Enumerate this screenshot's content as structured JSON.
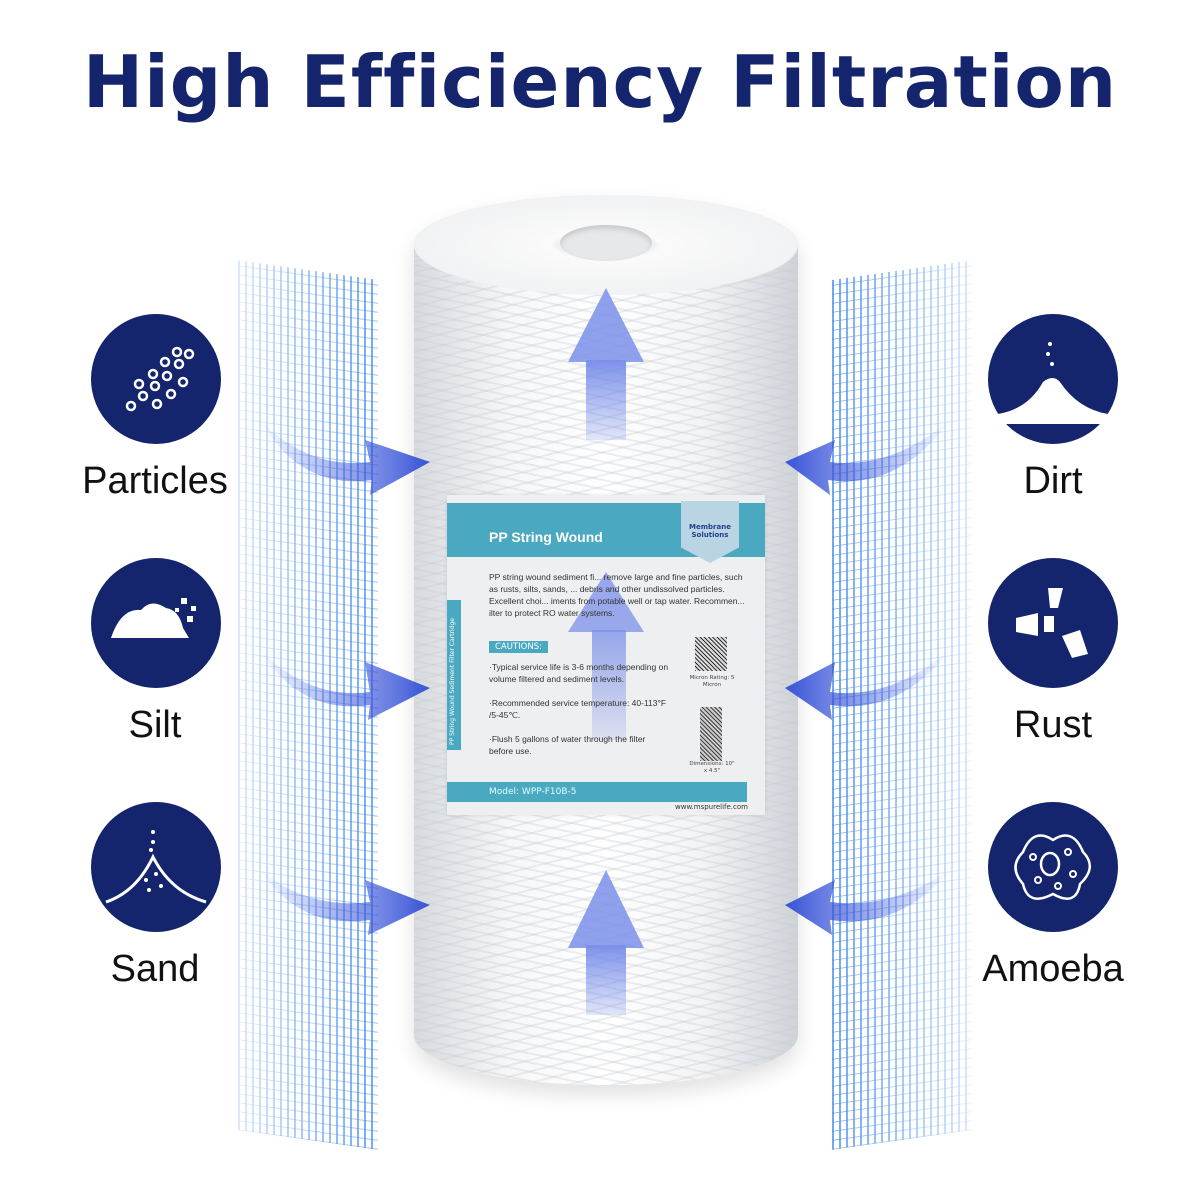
{
  "title": "High Efficiency Filtration",
  "label": {
    "heading": "PP String Wound",
    "logo_text": "Membrane Solutions",
    "description": "PP string wound sediment fi... remove large and fine particles, such as rusts, silts, sands, ... debris and other undissolved particles. Excellent choi... iments from potable well or tap water. Recommen... ilter to protect RO water systems.",
    "cautions_title": "CAUTIONS:",
    "cautions": [
      "·Typical service life is 3-6 months depending on volume filtered and sediment levels.",
      "·Recommended service temperature: 40-113°F /5-45℃.",
      "·Flush 5 gallons of water through the filter before use."
    ],
    "side_text": "PP String Wound Sediment Filter Cartridge",
    "micron_rating": "Micron Rating: 5 Micron",
    "dimensions": "Dimensions: 10\" x 4.5\"",
    "model": "Model:  WPP-F10B-5",
    "website": "www.mspurelife.com"
  },
  "contaminants_left": [
    {
      "name": "Particles",
      "icon": "particles-icon"
    },
    {
      "name": "Silt",
      "icon": "silt-icon"
    },
    {
      "name": "Sand",
      "icon": "sand-icon"
    }
  ],
  "contaminants_right": [
    {
      "name": "Dirt",
      "icon": "dirt-icon"
    },
    {
      "name": "Rust",
      "icon": "rust-icon"
    },
    {
      "name": "Amoeba",
      "icon": "amoeba-icon"
    }
  ],
  "colors": {
    "title": "#14256e",
    "circle": "#14256e",
    "arrow": "#3a55d8",
    "label_band": "#4aa9c0"
  }
}
